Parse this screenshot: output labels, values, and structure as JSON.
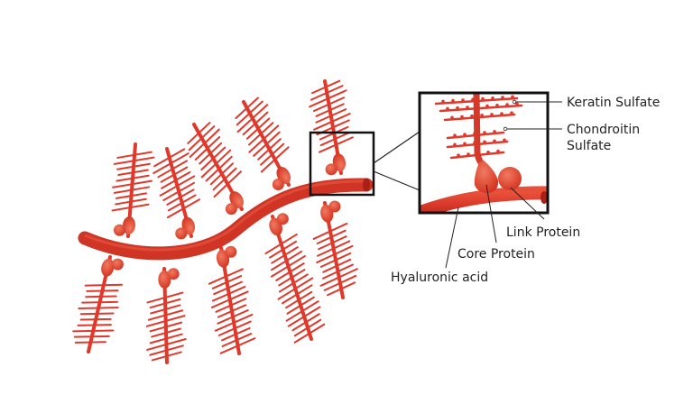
{
  "diagram": {
    "labels": {
      "keratin_sulfate": "Keratin Sulfate",
      "chondroitin_sulfate_line1": "Chondroitin",
      "chondroitin_sulfate_line2": "Sulfate",
      "link_protein": "Link Protein",
      "core_protein": "Core Protein",
      "hyaluronic_acid": "Hyaluronic acid"
    },
    "colors": {
      "red": "#e0382a",
      "dark_red": "#b8231a",
      "frame": "#111111"
    }
  }
}
